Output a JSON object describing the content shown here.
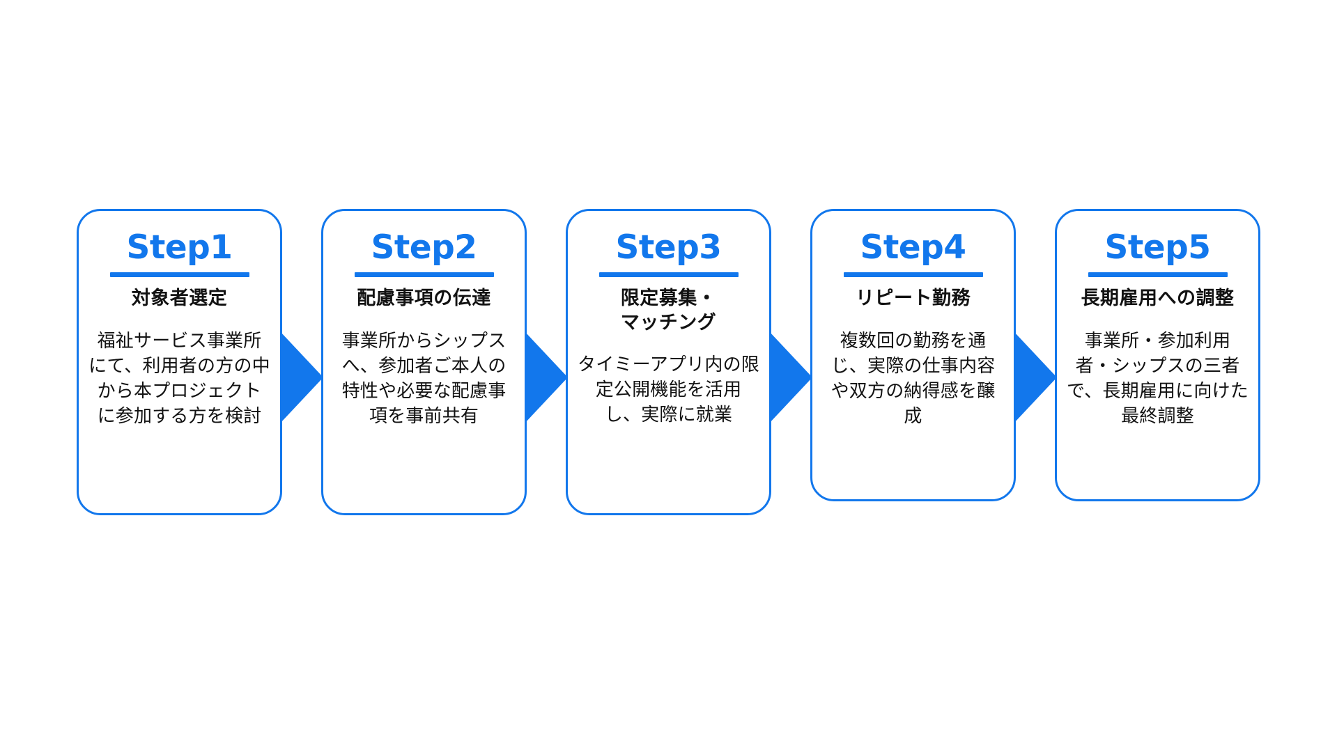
{
  "diagram": {
    "type": "process-flow",
    "orientation": "horizontal",
    "background_color": "#ffffff",
    "accent_color": "#1277ec",
    "text_color": "#121212",
    "arrow_icon": "right-triangle-arrow-icon",
    "step_count": 5,
    "steps": [
      {
        "label": "Step1",
        "title": "対象者選定",
        "body": "福祉サービス事業所にて、利用者の方の中から本プロジェクトに参加する方を検討"
      },
      {
        "label": "Step2",
        "title": "配慮事項の伝達",
        "body": "事業所からシップスへ、参加者ご本人の特性や必要な配慮事項を事前共有"
      },
      {
        "label": "Step3",
        "title": "限定募集・\nマッチング",
        "body": "タイミーアプリ内の限定公開機能を活用し、実際に就業"
      },
      {
        "label": "Step4",
        "title": "リピート勤務",
        "body": "複数回の勤務を通じ、実際の仕事内容や双方の納得感を醸成"
      },
      {
        "label": "Step5",
        "title": "長期雇用への調整",
        "body": "事業所・参加利用者・シップスの三者で、長期雇用に向けた最終調整"
      }
    ]
  }
}
